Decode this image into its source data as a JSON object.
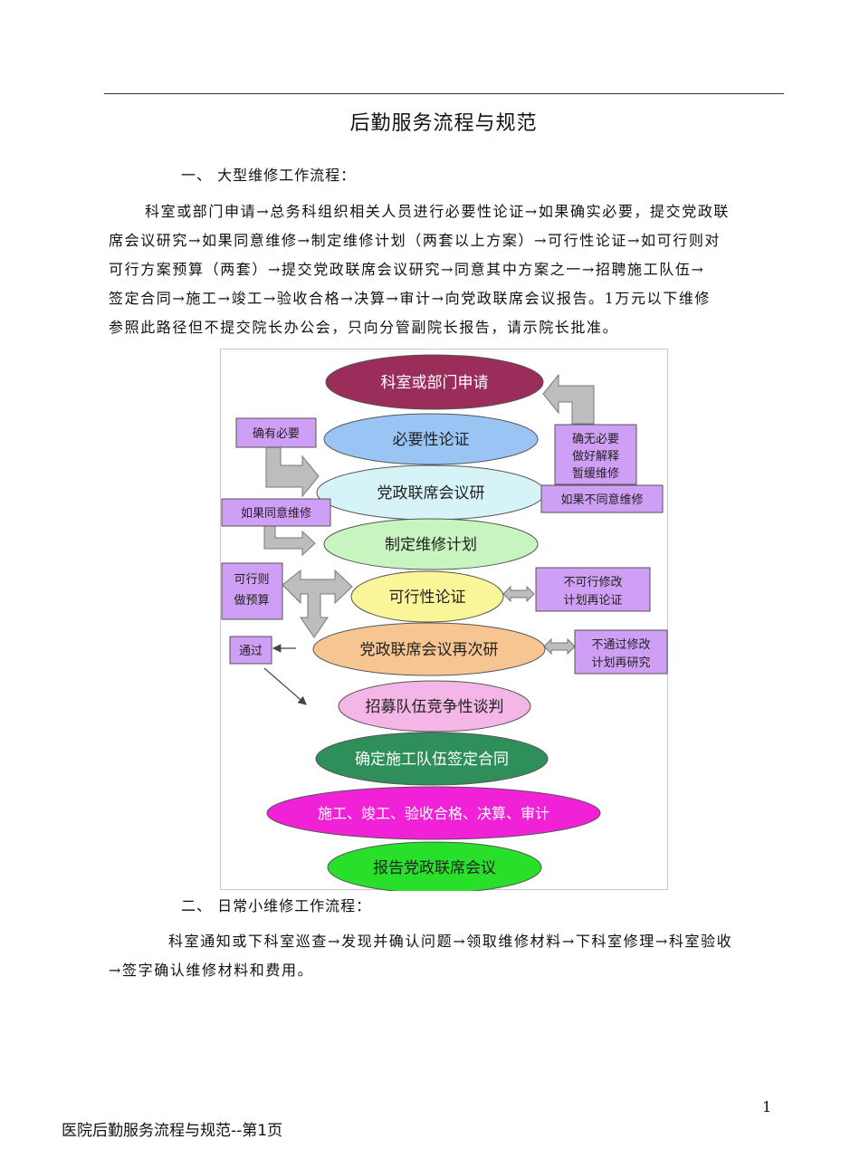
{
  "title": "后勤服务流程与规范",
  "section1": {
    "heading": "一、   大型维修工作流程：",
    "lines": [
      "科室或部门申请→总务科组织相关人员进行必要性论证→如果确实必要，提交党政联",
      "席会议研究→如果同意维修→制定维修计划（两套以上方案）→可行性论证→如可行则对",
      "可行方案预算（两套）→提交党政联席会议研究→同意其中方案之一→招聘施工队伍→",
      "签定合同→施工→竣工→验收合格→决算→审计→向党政联席会议报告。1万元以下维修",
      "参照此路径但不提交院长办公会，只向分管副院长报告，请示院长批准。"
    ]
  },
  "flow": {
    "nodes": [
      {
        "label": "科室或部门申请",
        "fill": "#9b2d5b",
        "text": "#ffffff"
      },
      {
        "label": "必要性论证",
        "fill": "#99c4f3",
        "text": "#222222"
      },
      {
        "label": "党政联席会议研",
        "fill": "#d6f4f8",
        "text": "#222222"
      },
      {
        "label": "制定维修计划",
        "fill": "#c8f4c0",
        "text": "#222222"
      },
      {
        "label": "可行性论证",
        "fill": "#fbf59a",
        "text": "#222222"
      },
      {
        "label": "党政联席会议再次研",
        "fill": "#f6c592",
        "text": "#222222"
      },
      {
        "label": "招募队伍竞争性谈判",
        "fill": "#f3b6e6",
        "text": "#222222"
      },
      {
        "label": "确定施工队伍签定合同",
        "fill": "#2f8f5a",
        "text": "#ffffff"
      },
      {
        "label": "施工、竣工、验收合格、决算、审计",
        "fill": "#f021d6",
        "text": "#ffffff"
      },
      {
        "label": "报告党政联席会议",
        "fill": "#28e02a",
        "text": "#222222"
      }
    ],
    "notes": {
      "necessary": "确有必要",
      "agree": "如果同意维修",
      "feasible_line1": "可行则",
      "feasible_line2": "做预算",
      "pass": "通过",
      "not_needed_line1": "确无必要",
      "not_needed_line2": "做好解释",
      "not_needed_line3": "暂缓维修",
      "disagree": "如果不同意维修",
      "infeasible_line1": "不可行修改",
      "infeasible_line2": "计划再论证",
      "fail_line1": "不通过修改",
      "fail_line2": "计划再研究"
    },
    "colors": {
      "note_fill": "#cf9ff5",
      "note_stroke": "#555555",
      "arrow_fill": "#bdbdbd",
      "arrow_stroke": "#777777"
    }
  },
  "section2": {
    "heading": "二、   日常小维修工作流程：",
    "lines": [
      "科室通知或下科室巡查→发现并确认问题→领取维修材料→下科室修理→科室验收",
      "→签字确认维修材料和费用。"
    ]
  },
  "page_number": "1",
  "footer": "医院后勤服务流程与规范--第1页"
}
